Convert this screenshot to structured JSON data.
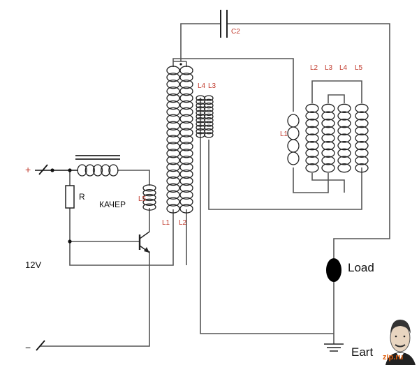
{
  "labels": {
    "c2": "C2",
    "r": "R",
    "kacher": "КАЧЕР",
    "l5_left": "L5",
    "l1_primary": "L1",
    "l2_primary": "L2",
    "l4_small": "L4",
    "l3_small": "L3",
    "l1_right": "L1",
    "l2_top": "L2",
    "l3_top": "L3",
    "l4_top": "L4",
    "l5_top": "L5",
    "voltage": "12V",
    "plus": "+",
    "minus": "−",
    "load": "Load",
    "earth": "Eart",
    "watermark": "zip.ru"
  },
  "colors": {
    "label_red": "#c0392b",
    "wire": "#555555",
    "ink": "#111111",
    "watermark": "#e06010"
  },
  "icons": [
    "ground-icon",
    "load-lamp-icon",
    "transistor-icon",
    "capacitor-icon",
    "resistor-icon",
    "switch-icon",
    "portrait-icon"
  ]
}
